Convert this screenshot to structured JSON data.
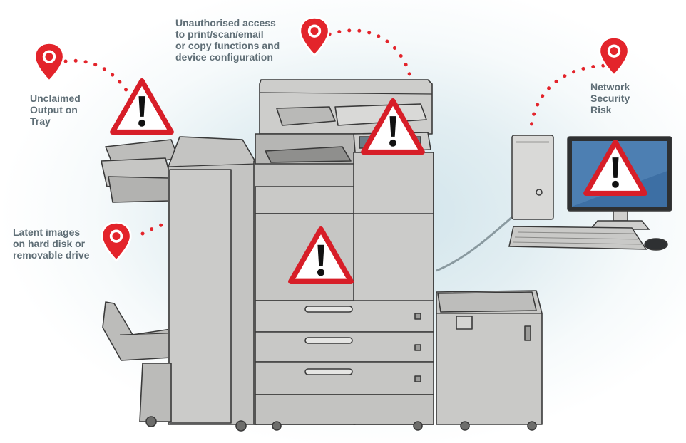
{
  "callouts": {
    "unclaimed_output": "Unclaimed\nOutput on\nTray",
    "unauthorised_access": "Unauthorised access\nto print/scan/email\nor copy functions and\ndevice configuration",
    "network_security": "Network\nSecurity\nRisk",
    "latent_images": "Latent images\non hard disk or\nremovable drive"
  },
  "colors": {
    "warning_red": "#d71e28",
    "pin_red": "#e3242b",
    "label_gray": "#5f6e76",
    "device_gray": "#c8c8c6",
    "outline": "#3a3a3a"
  },
  "icons": [
    "location-pin-icon",
    "warning-triangle-icon",
    "multifunction-printer",
    "desktop-computer"
  ]
}
